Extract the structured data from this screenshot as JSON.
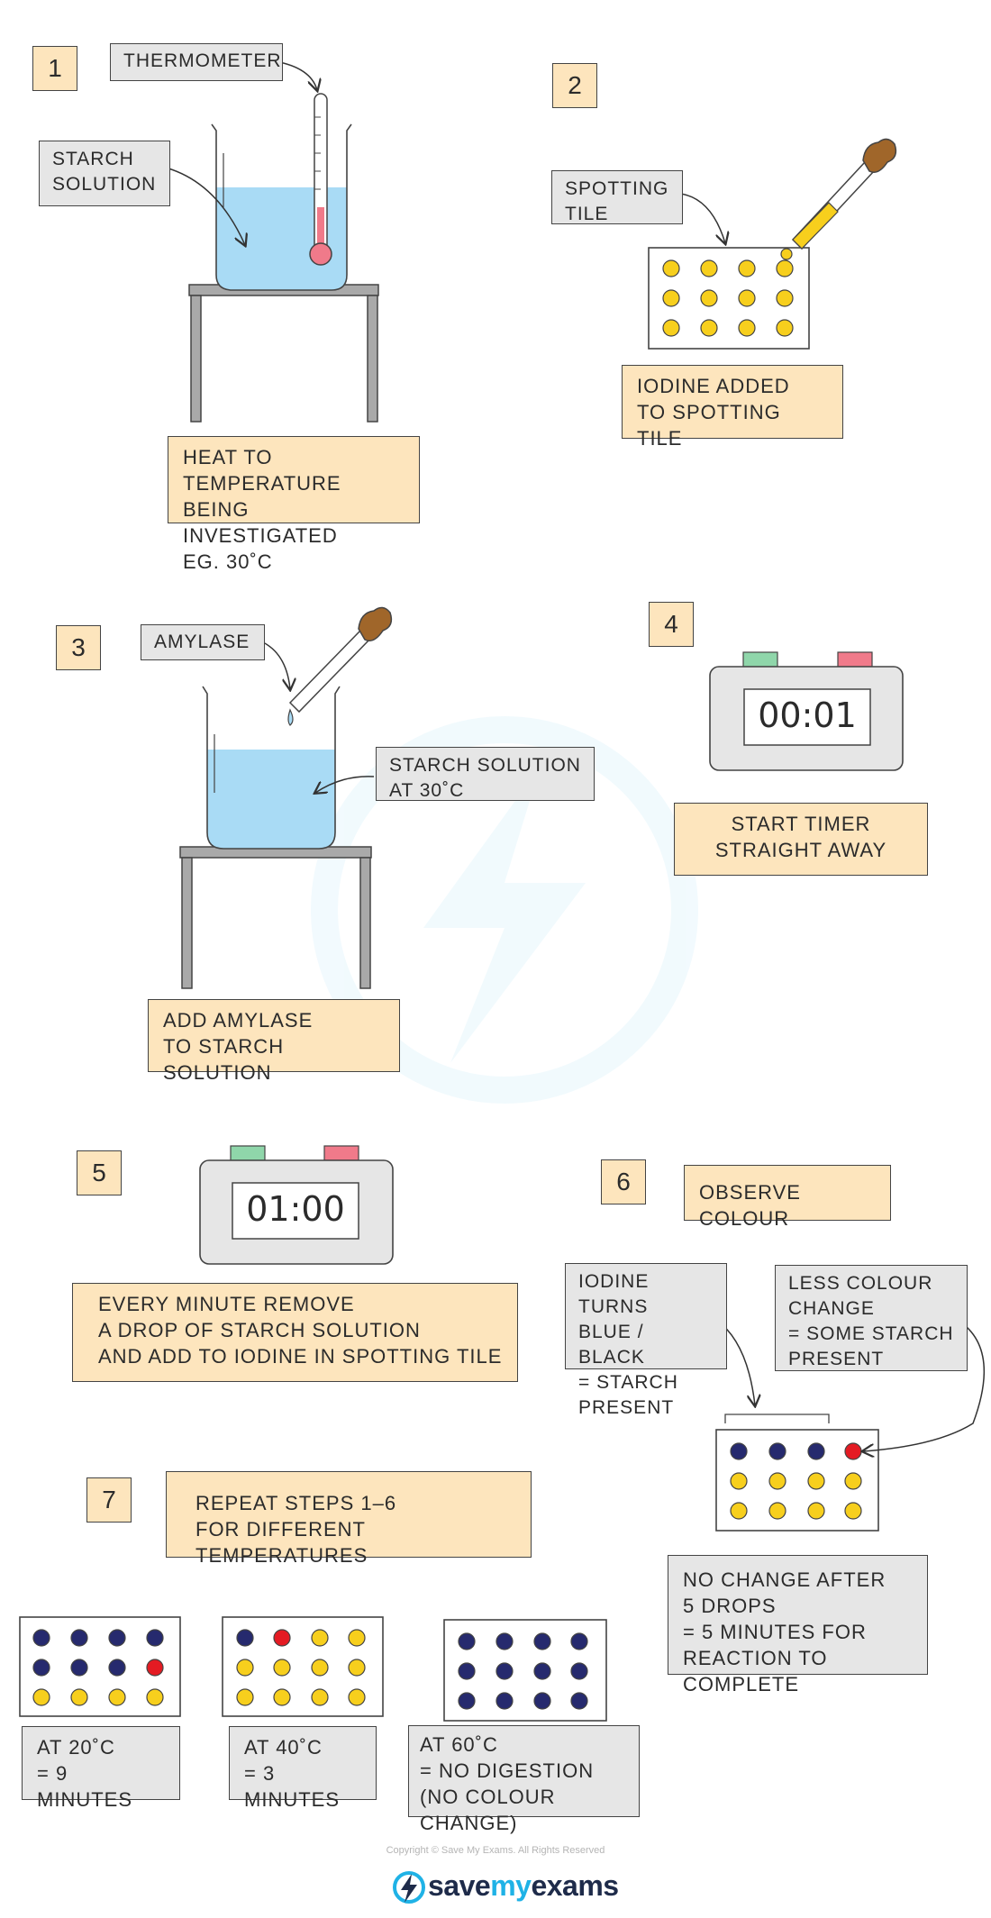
{
  "colors": {
    "water": "#a9dbf5",
    "label_orange": "#fde5bd",
    "label_grey": "#e6e6e6",
    "iodine_yellow": "#f7cf1d",
    "starch_blue": "#262a6e",
    "partial_red": "#e41b23",
    "button_green": "#8fd6aa",
    "button_red": "#f07a8a",
    "pipette_brown": "#a0662a"
  },
  "steps": {
    "s1": {
      "number": "1",
      "tag_thermometer": "THERMOMETER",
      "tag_starch": "STARCH\nSOLUTION",
      "caption": "HEAT TO TEMPERATURE\nBEING INVESTIGATED\nEG. 30˚C"
    },
    "s2": {
      "number": "2",
      "tag_tile": "SPOTTING\nTILE",
      "caption": "IODINE ADDED\nTO SPOTTING TILE"
    },
    "s3": {
      "number": "3",
      "tag_amylase": "AMYLASE",
      "tag_starch": "STARCH SOLUTION\nAT 30˚C",
      "caption": "ADD AMYLASE\nTO STARCH SOLUTION"
    },
    "s4": {
      "number": "4",
      "timer": "00:01",
      "caption": "START TIMER\nSTRAIGHT AWAY"
    },
    "s5": {
      "number": "5",
      "timer": "01:00",
      "caption": "EVERY MINUTE REMOVE\nA DROP OF STARCH SOLUTION\nAND ADD TO IODINE IN SPOTTING TILE"
    },
    "s6": {
      "number": "6",
      "caption": "OBSERVE COLOUR",
      "tag_blue": "IODINE TURNS\nBLUE / BLACK\n= STARCH\nPRESENT",
      "tag_less": "LESS COLOUR\nCHANGE\n= SOME STARCH\nPRESENT",
      "result": "NO CHANGE AFTER\n5 DROPS\n= 5 MINUTES FOR\nREACTION TO COMPLETE"
    },
    "s7": {
      "number": "7",
      "caption": "REPEAT STEPS 1–6\nFOR DIFFERENT TEMPERATURES",
      "results": [
        {
          "label": "AT 20˚C\n= 9 MINUTES"
        },
        {
          "label": "AT 40˚C\n= 3 MINUTES"
        },
        {
          "label": "AT 60˚C\n= NO DIGESTION\n(NO COLOUR CHANGE)"
        }
      ]
    }
  },
  "footer": {
    "copyright": "Copyright © Save My Exams. All Rights Reserved",
    "logo_save": "save",
    "logo_my": "my",
    "logo_exams": "exams"
  }
}
